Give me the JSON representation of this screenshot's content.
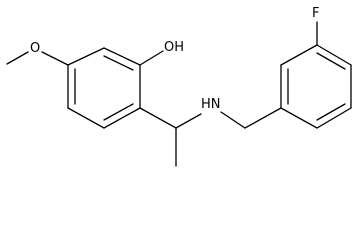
{
  "molecule": {
    "atom_labels": {
      "hydroxyl": "OH",
      "methoxy_oxygen": "O",
      "amine": "HN",
      "fluorine": "F"
    },
    "colors": {
      "bond": "#000000",
      "label": "#000000",
      "background": "#ffffff"
    }
  }
}
